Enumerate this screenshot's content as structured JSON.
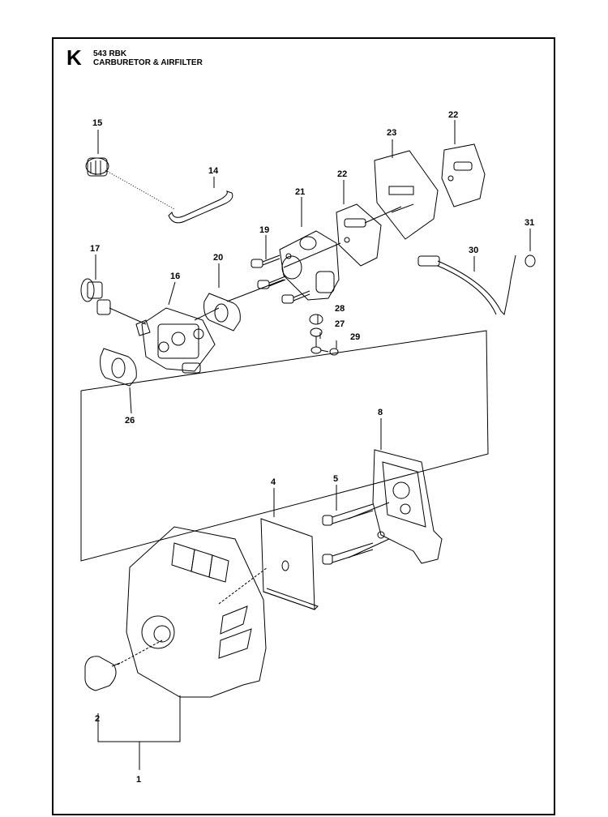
{
  "header": {
    "section_letter": "K",
    "model": "543 RBK",
    "title": "CARBURETOR & AIRFILTER"
  },
  "callouts": {
    "c1": "1",
    "c2": "2",
    "c4": "4",
    "c5": "5",
    "c8": "8",
    "c14": "14",
    "c15": "15",
    "c16": "16",
    "c17": "17",
    "c19": "19",
    "c20": "20",
    "c21": "21",
    "c22a": "22",
    "c22b": "22",
    "c23": "23",
    "c26": "26",
    "c27": "27",
    "c28": "28",
    "c29": "29",
    "c30": "30",
    "c31": "31"
  }
}
